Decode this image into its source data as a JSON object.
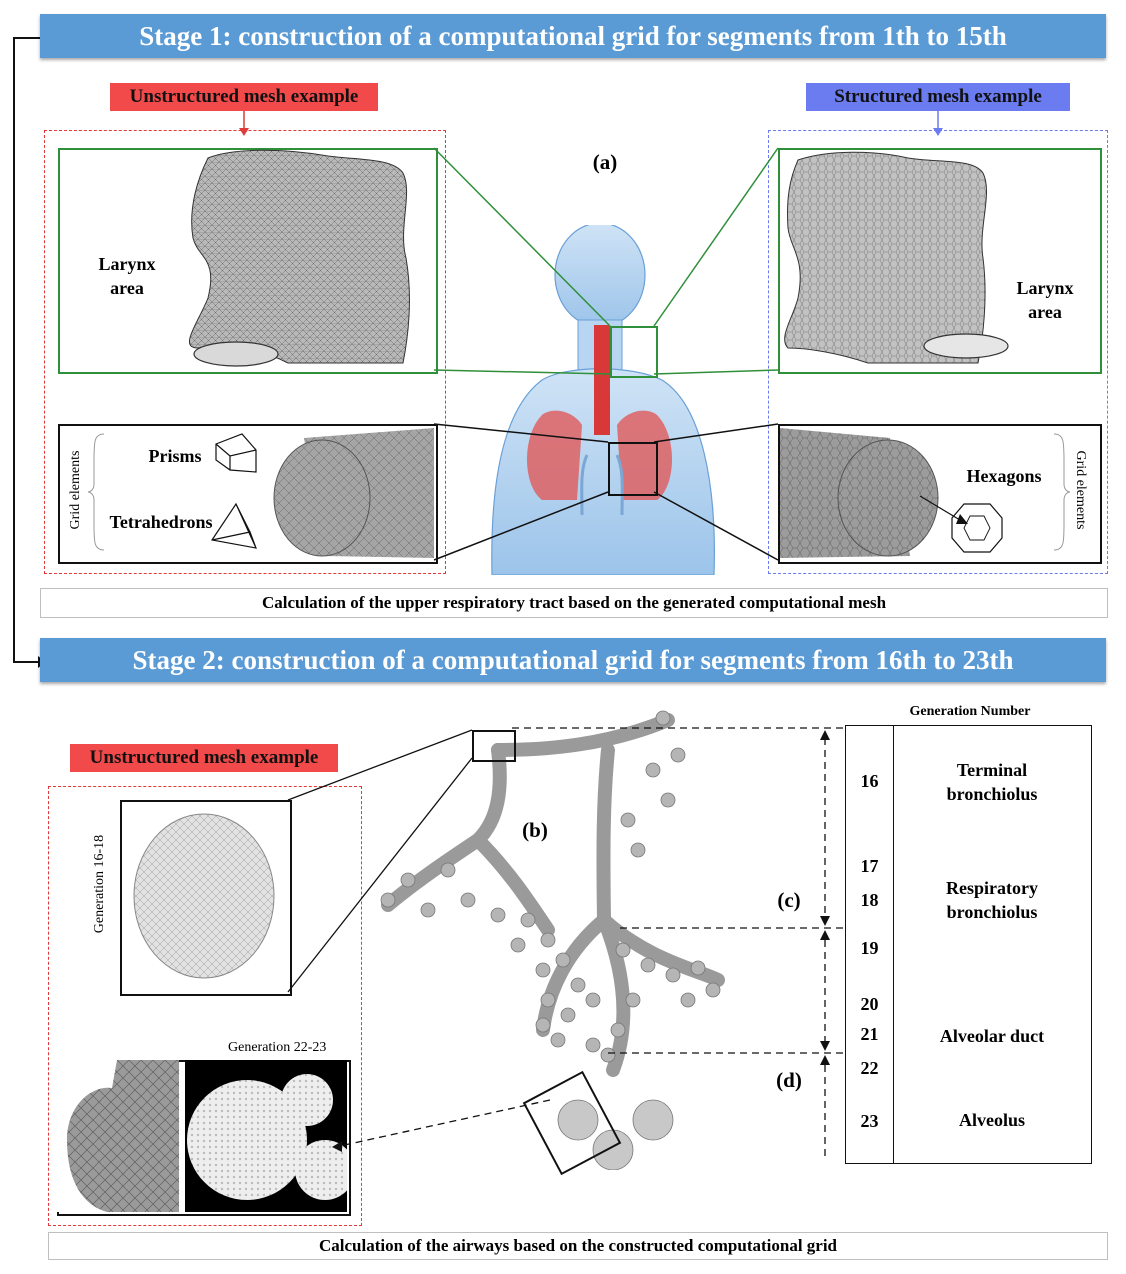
{
  "stage1": {
    "title": "Stage 1: construction of a computational grid for segments from 1th to 15th",
    "unstructured_tag": "Unstructured mesh example",
    "structured_tag": "Structured mesh example",
    "panel_label": "(a)",
    "larynx_left": "Larynx area",
    "larynx_right": "Larynx area",
    "grid_elements_left": "Grid elements",
    "grid_elements_right": "Grid elements",
    "prisms": "Prisms",
    "tetrahedrons": "Tetrahedrons",
    "hexagons": "Hexagons",
    "calc_caption": "Calculation of the upper respiratory tract based on the generated computational mesh"
  },
  "stage2": {
    "title": "Stage 2: construction of a computational grid for segments from 16th to 23th",
    "unstructured_tag": "Unstructured mesh example",
    "panel_b": "(b)",
    "panel_c": "(c)",
    "panel_d": "(d)",
    "gen_16_18": "Generation 16-18",
    "gen_22_23": "Generation 22-23",
    "calc_caption": "Calculation of the airways based on the constructed computational grid"
  },
  "generation_table": {
    "header": "Generation Number",
    "numbers": [
      "16",
      "17",
      "18",
      "19",
      "20",
      "21",
      "22",
      "23"
    ],
    "names": [
      "Terminal bronchiolus",
      "Respiratory bronchiolus",
      "Alveolar duct",
      "Alveolus"
    ]
  },
  "colors": {
    "stage_bar": "#5b9bd5",
    "red_tag": "#f24a4a",
    "blue_tag": "#6b7cf0",
    "green_frame": "#2f8f3a"
  }
}
